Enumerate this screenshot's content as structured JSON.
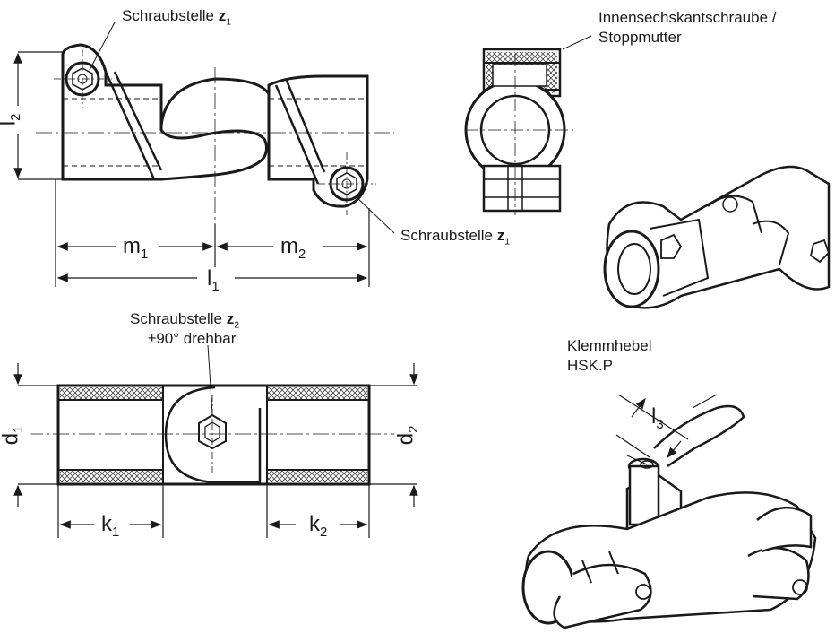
{
  "labels": {
    "z1_top_text": "Schraubstelle",
    "z1_top_sym": "z",
    "z1_top_sub": "1",
    "z1_mid_text": "Schraubstelle",
    "z1_mid_sym": "z",
    "z1_mid_sub": "1",
    "screw_line1": "Innensechskantschraube /",
    "screw_line2": "Stoppmutter",
    "z2_line1_text": "Schraubstelle",
    "z2_line1_sym": "z",
    "z2_line1_sub": "2",
    "z2_line2": "±90° drehbar",
    "lever_line1": "Klemmhebel",
    "lever_line2": "HSK.P"
  },
  "dimensions": {
    "l2": {
      "sym": "l",
      "sub": "2"
    },
    "m1": {
      "sym": "m",
      "sub": "1"
    },
    "m2": {
      "sym": "m",
      "sub": "2"
    },
    "l1": {
      "sym": "l",
      "sub": "1"
    },
    "d1": {
      "sym": "d",
      "sub": "1"
    },
    "d2": {
      "sym": "d",
      "sub": "2"
    },
    "k1": {
      "sym": "k",
      "sub": "1"
    },
    "k2": {
      "sym": "k",
      "sub": "2"
    },
    "l3": {
      "sym": "l",
      "sub": "3"
    }
  }
}
